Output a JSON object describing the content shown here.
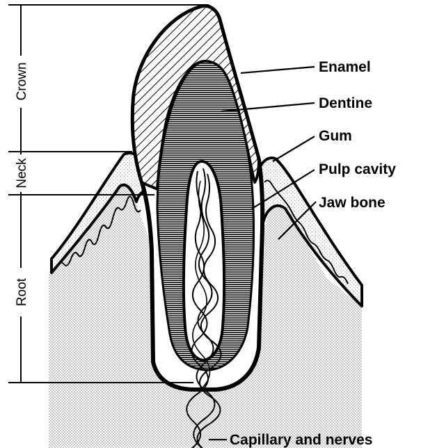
{
  "diagram": {
    "sections": {
      "crown": "Crown",
      "neck": "Neck",
      "root": "Root"
    },
    "labels": {
      "enamel": "Enamel",
      "dentine": "Dentine",
      "gum": "Gum",
      "pulp_cavity": "Pulp cavity",
      "jaw_bone": "Jaw bone",
      "capillary_nerves": "Capillary and nerves"
    }
  }
}
